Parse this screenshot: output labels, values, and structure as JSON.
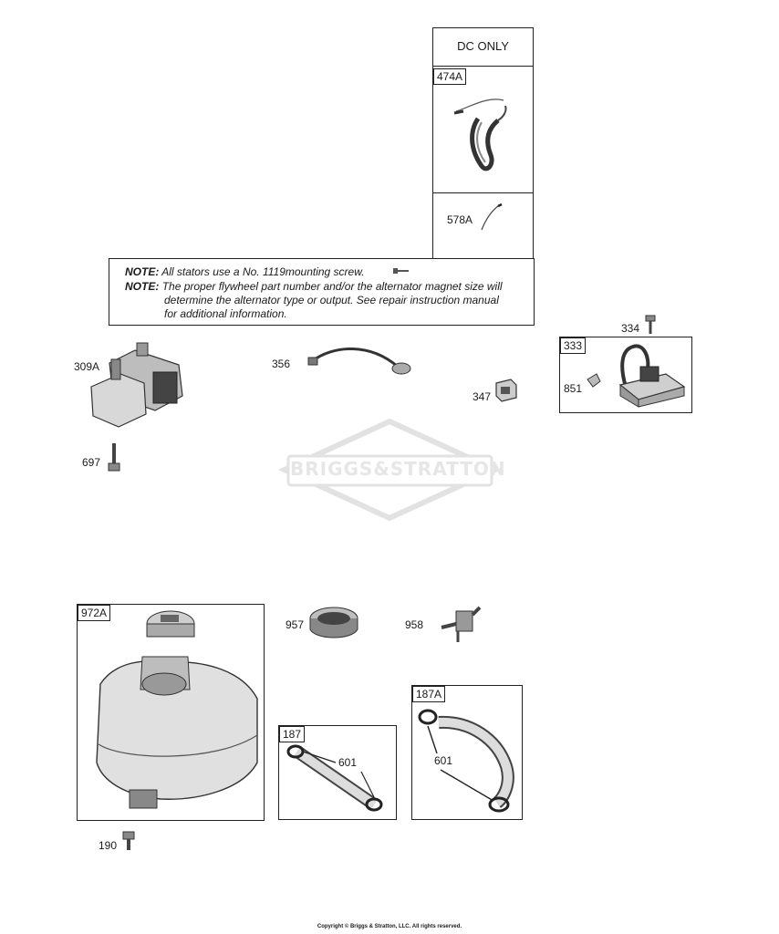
{
  "dc_box": {
    "header": "DC ONLY",
    "tag_top": "474A",
    "label_bottom": "578A"
  },
  "notes": {
    "line1_prefix": "NOTE:",
    "line1_text": "All stators use a No. 1119mounting screw.",
    "line2_prefix": "NOTE:",
    "line2_text_a": "The proper flywheel part number and/or the alternator magnet size will",
    "line2_text_b": "determine the alternator type or output. See repair instruction manual",
    "line2_text_c": "for additional information."
  },
  "parts": {
    "p309A": "309A",
    "p697": "697",
    "p356": "356",
    "p347": "347",
    "p334": "334",
    "p333": "333",
    "p851": "851",
    "p972A": "972A",
    "p957": "957",
    "p958": "958",
    "p187A": "187A",
    "p187": "187",
    "p601a": "601",
    "p601b": "601",
    "p190": "190"
  },
  "watermark": "BRIGGS&STRATTON",
  "copyright": "Copyright © Briggs & Stratton, LLC. All rights reserved.",
  "icons": [
    "screw-icon",
    "stator-icon",
    "coil-icon",
    "wire-icon",
    "fuel-tank-icon",
    "fuel-cap-icon",
    "fuel-filter-icon",
    "hose-icon",
    "clamp-icon"
  ]
}
